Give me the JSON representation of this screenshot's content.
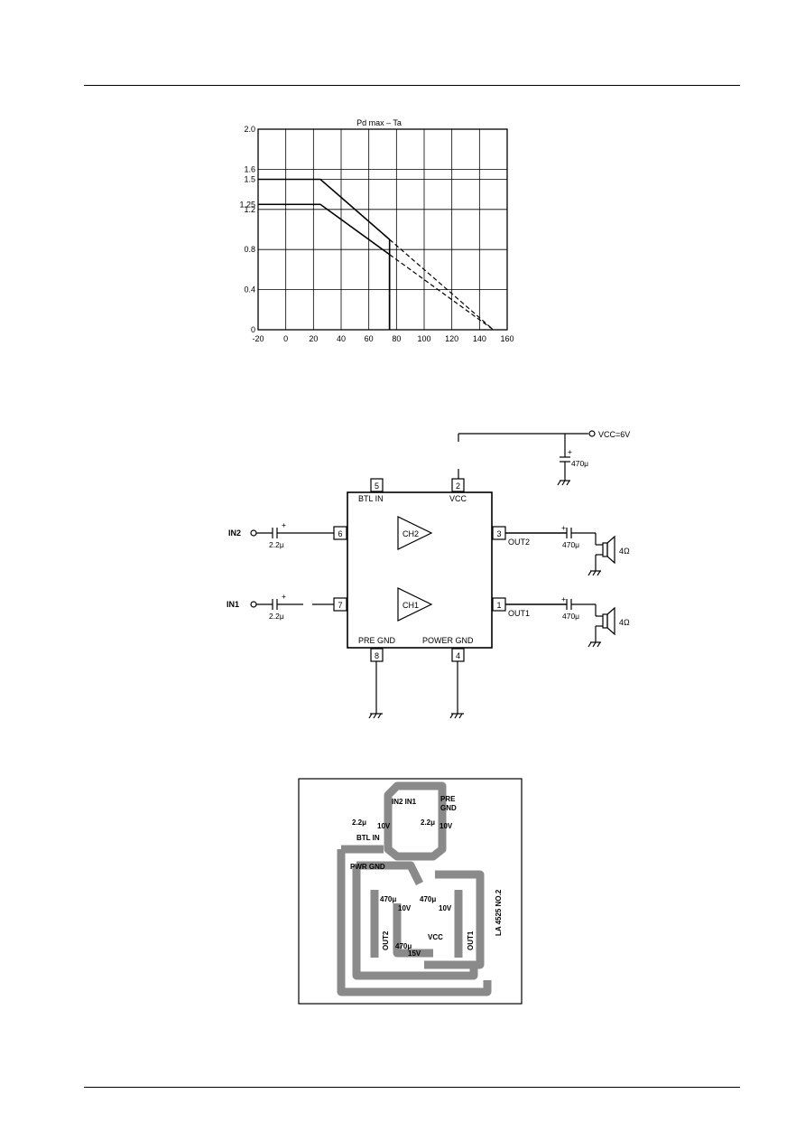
{
  "chart_data": {
    "type": "line",
    "title": "Pd max  –  Ta",
    "xlabel": "",
    "ylabel": "",
    "xlim": [
      -20,
      160
    ],
    "ylim": [
      0,
      2.0
    ],
    "x_ticks": [
      -20,
      0,
      20,
      40,
      60,
      80,
      100,
      120,
      140,
      160
    ],
    "y_ticks": [
      0,
      0.4,
      0.8,
      1.2,
      1.25,
      1.5,
      1.6,
      2.0
    ],
    "x_tick_labels": [
      "-20",
      "0",
      "20",
      "40",
      "60",
      "80",
      "100",
      "120",
      "140",
      "160"
    ],
    "y_tick_labels": [
      "0",
      "0.4",
      "0.8",
      "1.2",
      "1.25",
      "1.5",
      "1.6",
      "2.0"
    ],
    "grid": true,
    "series": [
      {
        "x": [
          -20,
          25,
          75,
          150
        ],
        "y": [
          1.5,
          1.5,
          0.9,
          0
        ],
        "dashed_from_x": 75,
        "cutoff_x": 75
      },
      {
        "x": [
          -20,
          25,
          75,
          150
        ],
        "y": [
          1.25,
          1.25,
          0.75,
          0
        ],
        "dashed_from_x": 75,
        "cutoff_x": 75
      }
    ]
  },
  "schematic": {
    "vcc_label": "VCC=6V",
    "vcc_cap": "470μ",
    "pins": {
      "p5": "5",
      "p2": "2",
      "p6": "6",
      "p7": "7",
      "p3": "3",
      "p1": "1",
      "p8": "8",
      "p4": "4"
    },
    "btl_in": "BTL IN",
    "vcc_pin": "VCC",
    "ch2": "CH2",
    "ch1": "CH1",
    "pre_gnd": "PRE GND",
    "power_gnd": "POWER GND",
    "in2": "IN2",
    "in1": "IN1",
    "in_cap2": "2.2μ",
    "in_cap1": "2.2μ",
    "out2": "OUT2",
    "out1": "OUT1",
    "out_cap2": "470μ",
    "out_cap1": "470μ",
    "spk2": "4Ω",
    "spk1": "4Ω"
  },
  "pcb": {
    "in2_in1": "IN2 IN1",
    "pre": "PRE",
    "gnd": "GND",
    "cap_left": "2.2μ",
    "cap_left_v": "10V",
    "cap_right": "2.2μ",
    "cap_right_v": "10V",
    "btl_in": "BTL IN",
    "pwr_gnd": "PWR GND",
    "c470_left": "470μ",
    "c470_left_v": "10V",
    "c470_right": "470μ",
    "c470_right_v": "10V",
    "c470_bottom": "470μ",
    "c470_bottom_v": "15V",
    "out2": "OUT2",
    "out1": "OUT1",
    "vcc": "VCC",
    "part_no": "LA 4525  NO.2"
  }
}
